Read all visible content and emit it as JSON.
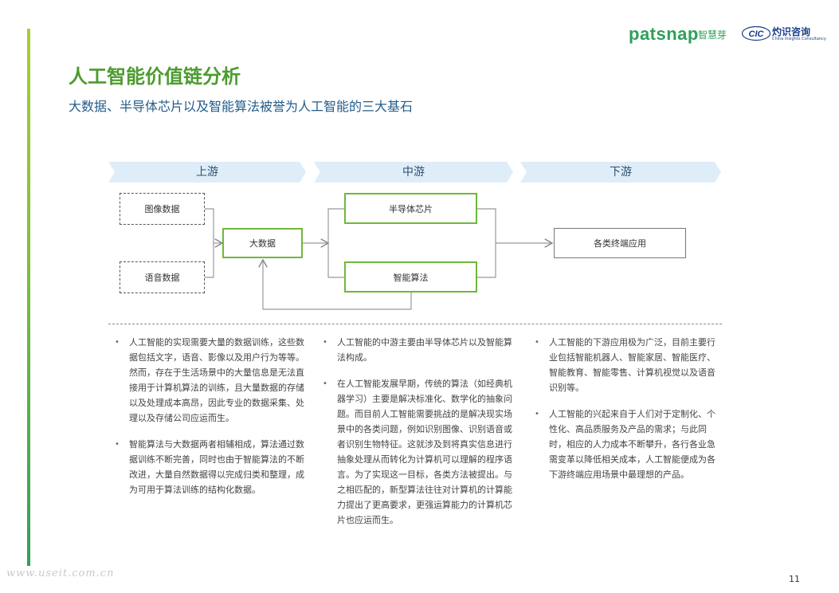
{
  "logos": {
    "patsnap": "patsnap",
    "patsnap_cn": "智慧芽",
    "cic_mark": "CIC",
    "cic_cn": "灼识咨询",
    "cic_en": "China Insights Consultancy"
  },
  "title": "人工智能价值链分析",
  "subtitle": "大数据、半导体芯片以及智能算法被誉为人工智能的三大基石",
  "stages": [
    "上游",
    "中游",
    "下游"
  ],
  "diagram": {
    "image_data": "图像数据",
    "voice_data": "语音数据",
    "big_data": "大数据",
    "chip": "半导体芯片",
    "algorithm": "智能算法",
    "terminal": "各类终端应用"
  },
  "columns": [
    {
      "bullets": [
        "人工智能的实现需要大量的数据训练，这些数据包括文字，语音、影像以及用户行为等等。然而，存在于生活场景中的大量信息是无法直接用于计算机算法的训练，且大量数据的存储以及处理成本高昂，因此专业的数据采集、处理以及存储公司应运而生。",
        "智能算法与大数据两者相辅相成，算法通过数据训练不断完善，同时也由于智能算法的不断改进，大量自然数据得以完成归类和整理，成为可用于算法训练的结构化数据。"
      ]
    },
    {
      "bullets": [
        "人工智能的中游主要由半导体芯片以及智能算法构成。",
        "在人工智能发展早期，传统的算法（如经典机器学习）主要是解决标准化、数学化的抽象问题。而目前人工智能需要挑战的是解决现实场景中的各类问题，例如识别图像、识别语音或者识别生物特征。这就涉及到将真实信息进行抽象处理从而转化为计算机可以理解的程序语言。为了实现这一目标，各类方法被提出。与之相匹配的，新型算法往往对计算机的计算能力提出了更高要求，更强运算能力的计算机芯片也应运而生。"
      ]
    },
    {
      "bullets": [
        "人工智能的下游应用极为广泛，目前主要行业包括智能机器人、智能家居、智能医疗、智能教育、智能零售、计算机视觉以及语音识别等。",
        "人工智能的兴起来自于人们对于定制化、个性化、高品质服务及产品的需求；与此同时，相应的人力成本不断攀升，各行各业急需变革以降低相关成本，人工智能便成为各下游终端应用场景中最理想的产品。"
      ]
    }
  ],
  "watermark": "www.useit.com.cn",
  "page_number": "11"
}
